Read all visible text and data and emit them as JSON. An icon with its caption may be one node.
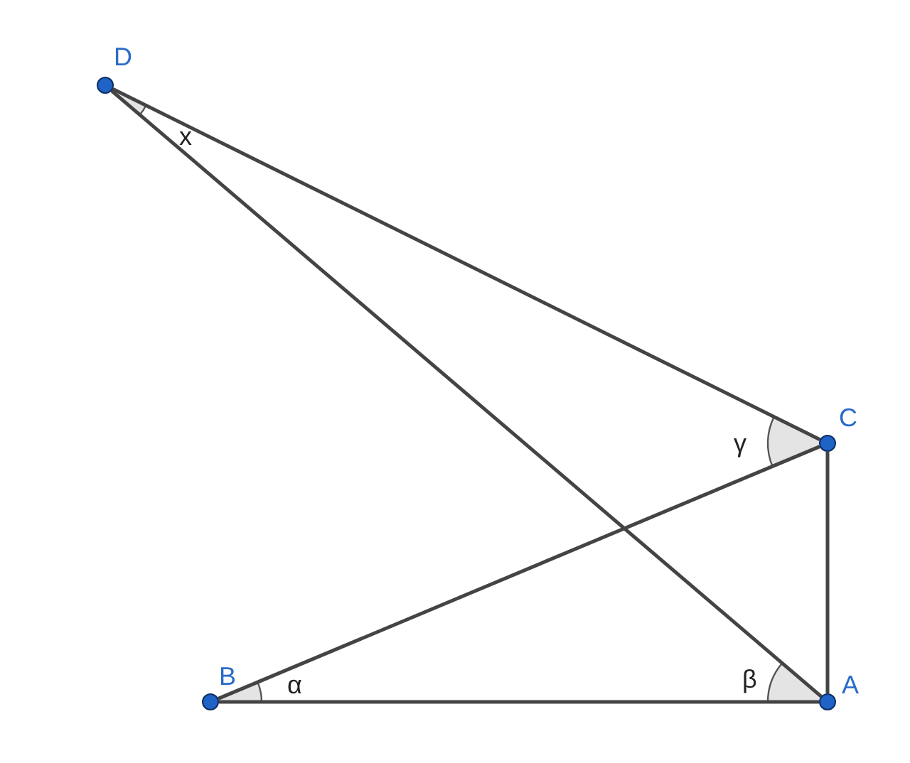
{
  "diagram": {
    "nodes": [
      {
        "text": [
          "D"
        ]
      },
      {
        "text": [
          "C"
        ]
      },
      {
        "text": [
          "B"
        ]
      },
      {
        "text": [
          "A"
        ]
      }
    ],
    "edges": [
      {
        "from": 0,
        "to": 1,
        "arrow": "none"
      },
      {
        "from": 0,
        "to": 3,
        "arrow": "none"
      },
      {
        "from": 1,
        "to": 2,
        "arrow": "none"
      },
      {
        "from": 1,
        "to": 3,
        "arrow": "none"
      },
      {
        "from": 2,
        "to": 3,
        "arrow": "none"
      }
    ],
    "labels": [
      "x",
      "γ",
      "α",
      "β"
    ]
  }
}
